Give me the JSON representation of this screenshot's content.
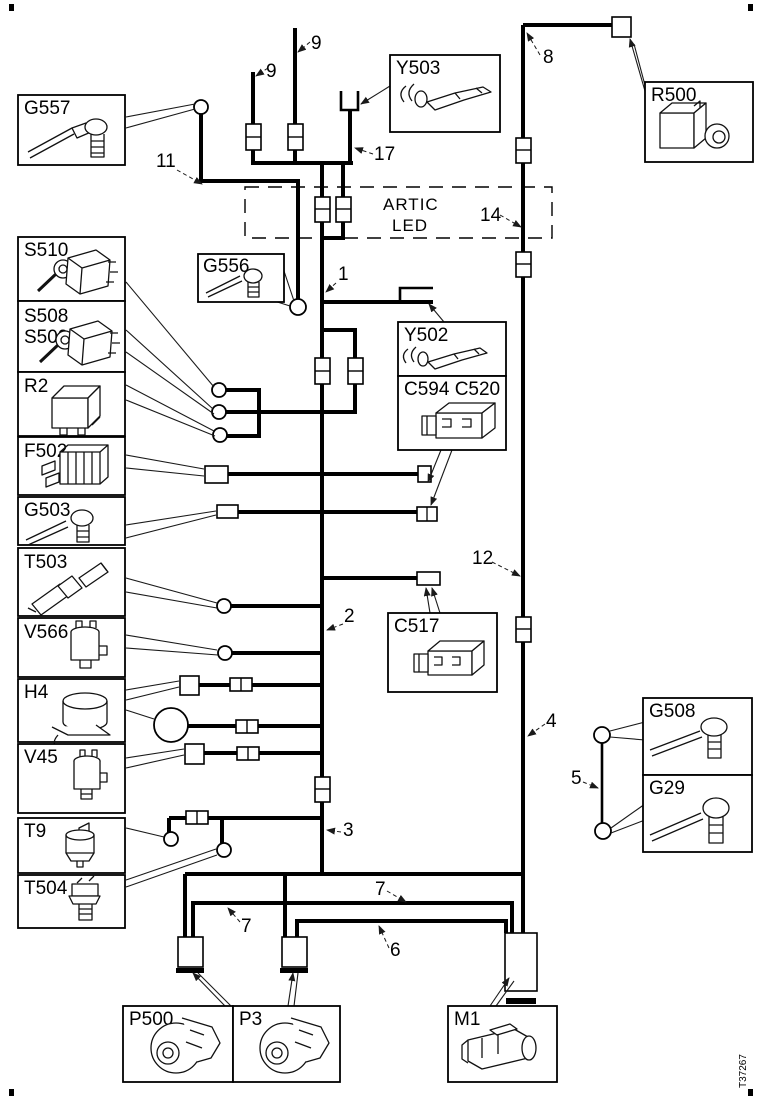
{
  "diagram": {
    "background": "#ffffff",
    "ink": "#000000",
    "artic_led": {
      "line1": "ARTIC",
      "line2": "LED"
    },
    "figure_id": "T37267"
  },
  "components": {
    "g557": {
      "label": "G557"
    },
    "s510": {
      "label": "S510"
    },
    "s508_s509": {
      "label": "S508",
      "label2": "S509"
    },
    "r2": {
      "label": "R2"
    },
    "f502": {
      "label": "F502"
    },
    "g503": {
      "label": "G503"
    },
    "t503": {
      "label": "T503"
    },
    "v566": {
      "label": "V566"
    },
    "h4": {
      "label": "H4"
    },
    "v45": {
      "label": "V45"
    },
    "t9": {
      "label": "T9"
    },
    "t504": {
      "label": "T504"
    },
    "g556": {
      "label": "G556"
    },
    "y503": {
      "label": "Y503"
    },
    "y502": {
      "label": "Y502"
    },
    "c594_c520": {
      "label": "C594 C520"
    },
    "c517": {
      "label": "C517"
    },
    "r500": {
      "label": "R500"
    },
    "g508": {
      "label": "G508"
    },
    "g29": {
      "label": "G29"
    },
    "p500": {
      "label": "P500"
    },
    "p3": {
      "label": "P3"
    },
    "m1": {
      "label": "M1"
    }
  },
  "callouts": {
    "c9a": "9",
    "c9b": "9",
    "c11": "11",
    "c17": "17",
    "c8": "8",
    "c14": "14",
    "c1": "1",
    "c12": "12",
    "c2": "2",
    "c4": "4",
    "c5": "5",
    "c3": "3",
    "c7a": "7",
    "c7b": "7",
    "c6": "6"
  }
}
